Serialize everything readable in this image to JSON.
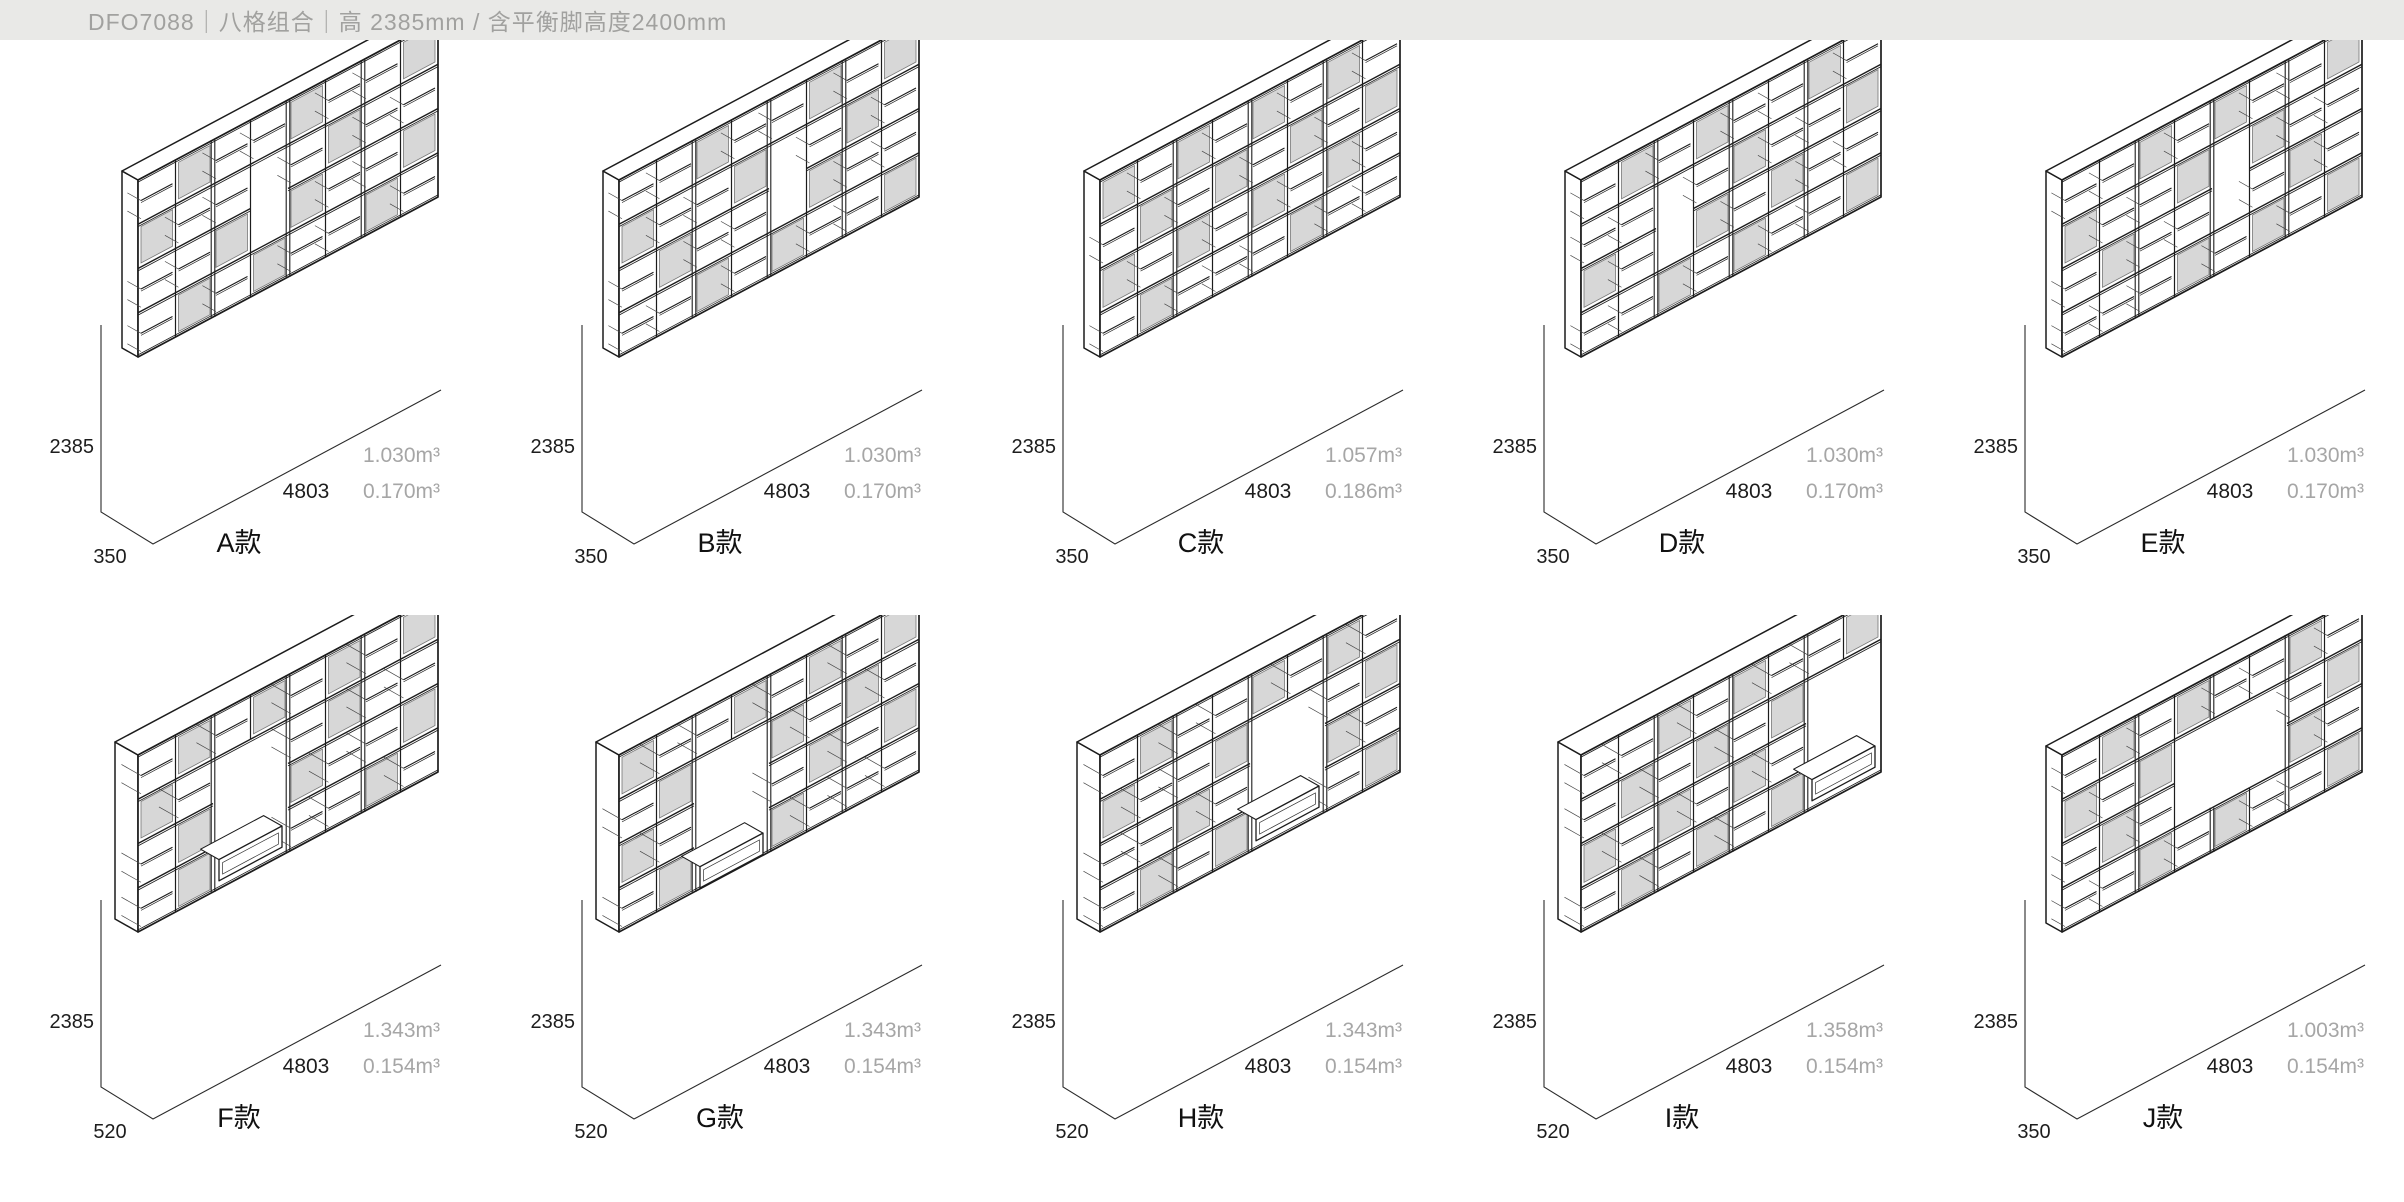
{
  "header": {
    "title": "DFO7088｜八格组合｜高 2385mm / 含平衡脚高度2400mm"
  },
  "colors": {
    "header_bg": "#e9e9e7",
    "header_text": "#a1a19f",
    "line": "#1c1c1c",
    "dim_line": "#2b2b2b",
    "door_fill": "#d7d7d7",
    "door_stroke": "#777777",
    "dim_text": "#1d1d1d",
    "muted_text": "#a6a6a6"
  },
  "grid": {
    "rows": 4,
    "cols": 8
  },
  "units": [
    {
      "id": "A",
      "name": "A款",
      "height": "2385",
      "depth": "350",
      "width": "4803",
      "volume_closed": "1.030m³",
      "volume_open": "0.170m³",
      "doors": [
        [
          1,
          2
        ],
        [
          1,
          5
        ],
        [
          1,
          8
        ],
        [
          2,
          1
        ],
        [
          2,
          6
        ],
        [
          3,
          3
        ],
        [
          3,
          5
        ],
        [
          3,
          8
        ],
        [
          4,
          2
        ],
        [
          4,
          4
        ],
        [
          4,
          7
        ]
      ],
      "opening": {
        "rows": [
          2,
          3
        ],
        "cols": [
          4,
          4
        ]
      },
      "bench": null
    },
    {
      "id": "B",
      "name": "B款",
      "height": "2385",
      "depth": "350",
      "width": "4803",
      "volume_closed": "1.030m³",
      "volume_open": "0.170m³",
      "doors": [
        [
          1,
          3
        ],
        [
          1,
          6
        ],
        [
          1,
          8
        ],
        [
          2,
          1
        ],
        [
          2,
          4
        ],
        [
          2,
          7
        ],
        [
          3,
          2
        ],
        [
          3,
          6
        ],
        [
          4,
          3
        ],
        [
          4,
          5
        ],
        [
          4,
          8
        ]
      ],
      "opening": {
        "rows": [
          2,
          3
        ],
        "cols": [
          5,
          5
        ]
      },
      "bench": null
    },
    {
      "id": "C",
      "name": "C款",
      "height": "2385",
      "depth": "350",
      "width": "4803",
      "volume_closed": "1.057m³",
      "volume_open": "0.186m³",
      "doors": [
        [
          1,
          1
        ],
        [
          1,
          3
        ],
        [
          1,
          5
        ],
        [
          1,
          7
        ],
        [
          2,
          2
        ],
        [
          2,
          4
        ],
        [
          2,
          6
        ],
        [
          2,
          8
        ],
        [
          3,
          1
        ],
        [
          3,
          3
        ],
        [
          3,
          5
        ],
        [
          3,
          7
        ],
        [
          4,
          2
        ],
        [
          4,
          6
        ]
      ],
      "opening": null,
      "bench": null
    },
    {
      "id": "D",
      "name": "D款",
      "height": "2385",
      "depth": "350",
      "width": "4803",
      "volume_closed": "1.030m³",
      "volume_open": "0.170m³",
      "doors": [
        [
          1,
          2
        ],
        [
          1,
          4
        ],
        [
          1,
          7
        ],
        [
          2,
          5
        ],
        [
          2,
          8
        ],
        [
          3,
          1
        ],
        [
          3,
          4
        ],
        [
          3,
          6
        ],
        [
          4,
          3
        ],
        [
          4,
          5
        ],
        [
          4,
          8
        ]
      ],
      "opening": {
        "rows": [
          2,
          3
        ],
        "cols": [
          3,
          3
        ]
      },
      "bench": null
    },
    {
      "id": "E",
      "name": "E款",
      "height": "2385",
      "depth": "350",
      "width": "4803",
      "volume_closed": "1.030m³",
      "volume_open": "0.170m³",
      "doors": [
        [
          1,
          3
        ],
        [
          1,
          5
        ],
        [
          1,
          8
        ],
        [
          2,
          1
        ],
        [
          2,
          4
        ],
        [
          2,
          6
        ],
        [
          3,
          2
        ],
        [
          3,
          7
        ],
        [
          4,
          4
        ],
        [
          4,
          6
        ],
        [
          4,
          8
        ]
      ],
      "opening": {
        "rows": [
          2,
          3
        ],
        "cols": [
          5,
          5
        ]
      },
      "bench": null
    },
    {
      "id": "F",
      "name": "F款",
      "height": "2385",
      "depth": "520",
      "width": "4803",
      "volume_closed": "1.343m³",
      "volume_open": "0.154m³",
      "doors": [
        [
          1,
          2
        ],
        [
          1,
          4
        ],
        [
          1,
          6
        ],
        [
          1,
          8
        ],
        [
          2,
          1
        ],
        [
          2,
          6
        ],
        [
          3,
          2
        ],
        [
          3,
          5
        ],
        [
          3,
          8
        ],
        [
          4,
          2
        ],
        [
          4,
          7
        ]
      ],
      "opening": {
        "rows": [
          2,
          4
        ],
        "cols": [
          3,
          4
        ]
      },
      "bench": {
        "floor": false
      }
    },
    {
      "id": "G",
      "name": "G款",
      "height": "2385",
      "depth": "520",
      "width": "4803",
      "volume_closed": "1.343m³",
      "volume_open": "0.154m³",
      "doors": [
        [
          1,
          1
        ],
        [
          1,
          4
        ],
        [
          1,
          6
        ],
        [
          1,
          8
        ],
        [
          2,
          2
        ],
        [
          2,
          5
        ],
        [
          2,
          7
        ],
        [
          3,
          1
        ],
        [
          3,
          6
        ],
        [
          3,
          8
        ],
        [
          4,
          2
        ],
        [
          4,
          5
        ]
      ],
      "opening": {
        "rows": [
          2,
          4
        ],
        "cols": [
          3,
          4
        ]
      },
      "bench": {
        "floor": true
      }
    },
    {
      "id": "H",
      "name": "H款",
      "height": "2385",
      "depth": "520",
      "width": "4803",
      "volume_closed": "1.343m³",
      "volume_open": "0.154m³",
      "doors": [
        [
          1,
          2
        ],
        [
          1,
          5
        ],
        [
          1,
          7
        ],
        [
          2,
          1
        ],
        [
          2,
          4
        ],
        [
          2,
          8
        ],
        [
          3,
          3
        ],
        [
          3,
          7
        ],
        [
          4,
          2
        ],
        [
          4,
          4
        ],
        [
          4,
          8
        ]
      ],
      "opening": {
        "rows": [
          2,
          4
        ],
        "cols": [
          5,
          6
        ]
      },
      "bench": {
        "floor": false
      }
    },
    {
      "id": "I",
      "name": "I款",
      "height": "2385",
      "depth": "520",
      "width": "4803",
      "volume_closed": "1.358m³",
      "volume_open": "0.154m³",
      "doors": [
        [
          1,
          3
        ],
        [
          1,
          5
        ],
        [
          1,
          8
        ],
        [
          2,
          2
        ],
        [
          2,
          4
        ],
        [
          2,
          6
        ],
        [
          3,
          1
        ],
        [
          3,
          3
        ],
        [
          3,
          5
        ],
        [
          4,
          2
        ],
        [
          4,
          4
        ],
        [
          4,
          6
        ]
      ],
      "opening": {
        "rows": [
          2,
          4
        ],
        "cols": [
          7,
          8
        ]
      },
      "bench": {
        "floor": false
      }
    },
    {
      "id": "J",
      "name": "J款",
      "height": "2385",
      "depth": "350",
      "width": "4803",
      "volume_closed": "1.003m³",
      "volume_open": "0.154m³",
      "doors": [
        [
          1,
          2
        ],
        [
          1,
          4
        ],
        [
          1,
          7
        ],
        [
          2,
          1
        ],
        [
          2,
          3
        ],
        [
          2,
          8
        ],
        [
          3,
          2
        ],
        [
          3,
          7
        ],
        [
          4,
          3
        ],
        [
          4,
          5
        ],
        [
          4,
          8
        ]
      ],
      "opening": {
        "rows": [
          2,
          3
        ],
        "cols": [
          4,
          6
        ]
      },
      "bench": null
    }
  ]
}
